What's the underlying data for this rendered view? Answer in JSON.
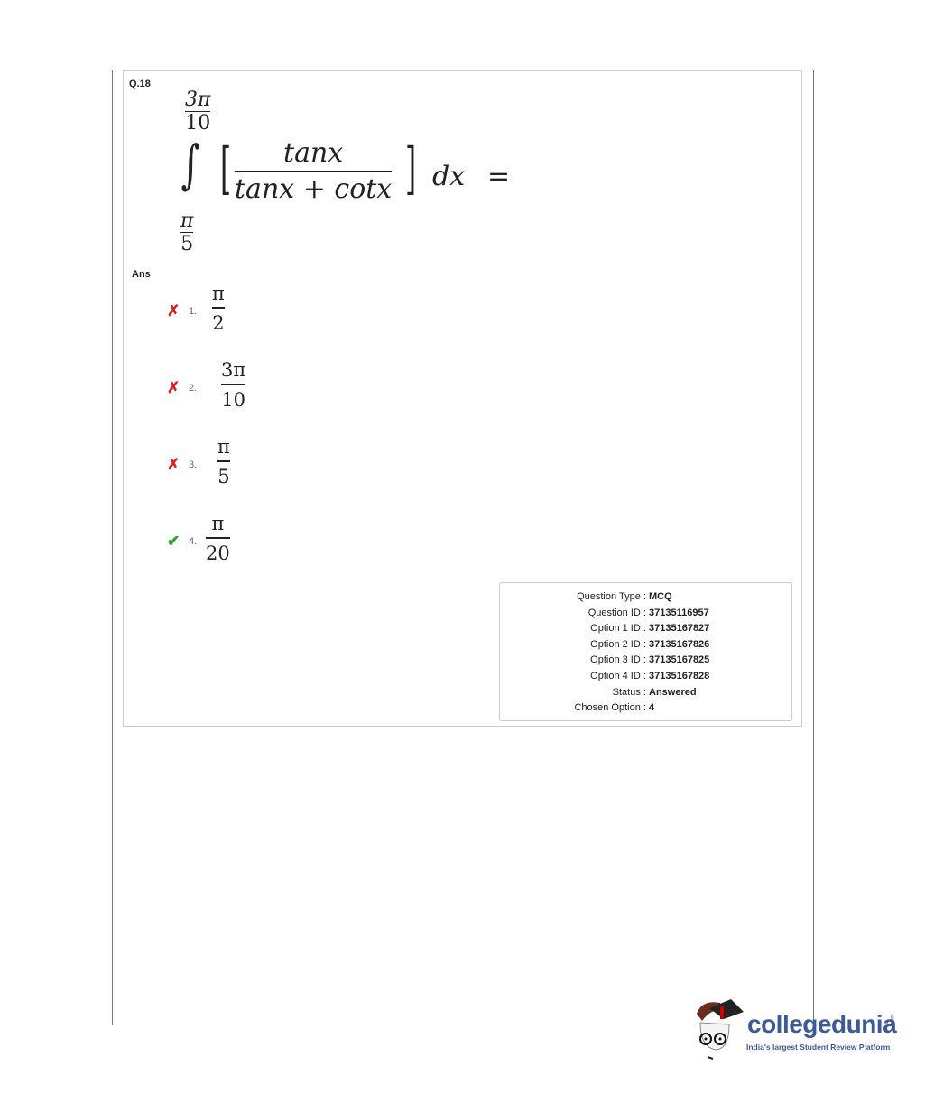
{
  "question": {
    "number": "Q.18",
    "integral": {
      "upper_num": "3π",
      "upper_den": "10",
      "lower_num": "π",
      "lower_den": "5",
      "integrand_num": "tanx",
      "integrand_den": "tanx + cotx",
      "dx": "dx",
      "equals": "="
    }
  },
  "answer_label": "Ans",
  "options": [
    {
      "num": "1.",
      "top": "π",
      "bottom": "2",
      "correct": false
    },
    {
      "num": "2.",
      "top": "3π",
      "bottom": "10",
      "correct": false
    },
    {
      "num": "3.",
      "top": "π",
      "bottom": "5",
      "correct": false
    },
    {
      "num": "4.",
      "top": "π",
      "bottom": "20",
      "correct": true
    }
  ],
  "info": [
    {
      "label": "Question Type :",
      "value": "MCQ"
    },
    {
      "label": "Question ID :",
      "value": "37135116957"
    },
    {
      "label": "Option 1 ID :",
      "value": "37135167827"
    },
    {
      "label": "Option 2 ID :",
      "value": "37135167826"
    },
    {
      "label": "Option 3 ID :",
      "value": "37135167825"
    },
    {
      "label": "Option 4 ID :",
      "value": "37135167828"
    },
    {
      "label": "Status :",
      "value": "Answered"
    },
    {
      "label": "Chosen Option :",
      "value": "4"
    }
  ],
  "logo": {
    "name": "collegedunia",
    "suffix": ".com",
    "tagline": "India's largest Student Review Platform"
  },
  "colors": {
    "wrong": "#e02020",
    "right": "#2aa52a",
    "brand": "#3b5a9a"
  }
}
